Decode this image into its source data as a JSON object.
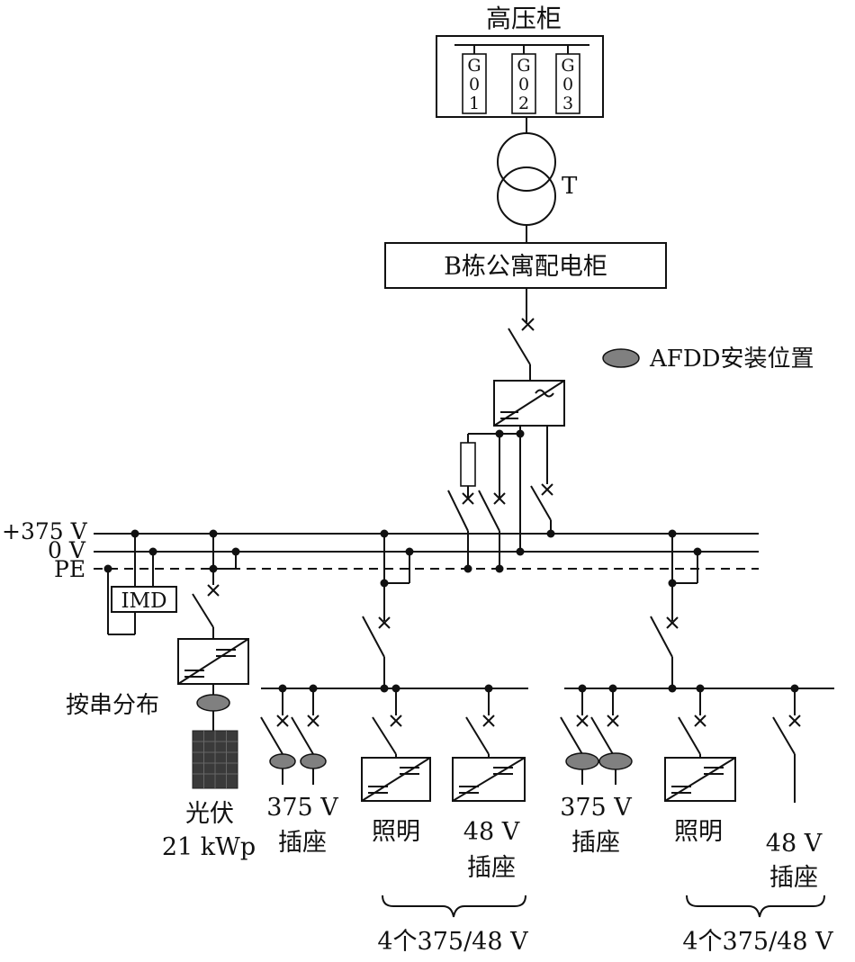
{
  "hv_cabinet": {
    "title": "高压柜",
    "breakers": [
      {
        "chars": [
          "G",
          "0",
          "1"
        ]
      },
      {
        "chars": [
          "G",
          "0",
          "2"
        ]
      },
      {
        "chars": [
          "G",
          "0",
          "3"
        ]
      }
    ]
  },
  "transformer": {
    "label": "T"
  },
  "distribution_cabinet": {
    "label": "B栋公寓配电柜"
  },
  "legend": {
    "afdd_label": "AFDD安装位置",
    "afdd_color": "#808080"
  },
  "buses": {
    "positive": "+375 V",
    "zero": "0 V",
    "pe": "PE"
  },
  "imd": {
    "label": "IMD"
  },
  "pv": {
    "series_label": "按串分布",
    "label_line1": "光伏",
    "label_line2": "21 kWp"
  },
  "left_group": {
    "socket375_line1": "375 V",
    "socket375_line2": "插座",
    "lighting": "照明",
    "socket48_line1": "48 V",
    "socket48_line2": "插座",
    "brace_label": "4个375/48 V"
  },
  "right_group": {
    "socket375_line1": "375 V",
    "socket375_line2": "插座",
    "lighting": "照明",
    "socket48_line1": "48 V",
    "socket48_line2": "插座",
    "brace_label": "4个375/48 V"
  }
}
